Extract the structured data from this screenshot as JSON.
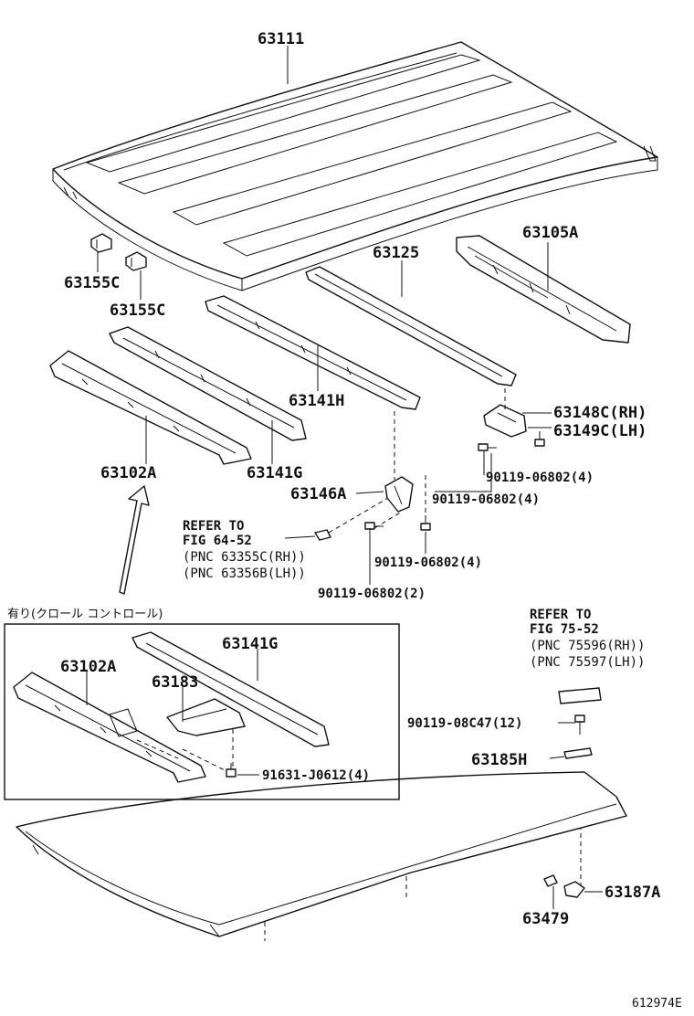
{
  "callouts": {
    "p63111": "63111",
    "p63155c_a": "63155C",
    "p63155c_b": "63155C",
    "p63125": "63125",
    "p63105a": "63105A",
    "p63141h": "63141H",
    "p63102a": "63102A",
    "p63141g": "63141G",
    "p63148c": "63148C(RH)",
    "p63149c": "63149C(LH)",
    "b90119_4a": "90119-06802(4)",
    "b90119_4b": "90119-06802(4)",
    "p63146a": "63146A",
    "b90119_4c": "90119-06802(4)",
    "b90119_2": "90119-06802(2)",
    "b90119_08c47": "90119-08C47(12)",
    "p63185h": "63185H",
    "p63187a": "63187A",
    "p63479": "63479"
  },
  "refer_left": {
    "line1": "REFER TO",
    "line2": "FIG 64-52",
    "line3": "(PNC 63355C(RH))",
    "line4": "(PNC 63356B(LH))"
  },
  "refer_right": {
    "line1": "REFER TO",
    "line2": "FIG 75-52",
    "line3": "(PNC 75596(RH))",
    "line4": "(PNC 75597(LH))"
  },
  "inset": {
    "caption": "有り(クロール コントロール)",
    "p63102a": "63102A",
    "p63141g": "63141G",
    "p63183": "63183",
    "b91631": "91631-J0612(4)"
  },
  "footer": {
    "figure_code": "612974E"
  }
}
